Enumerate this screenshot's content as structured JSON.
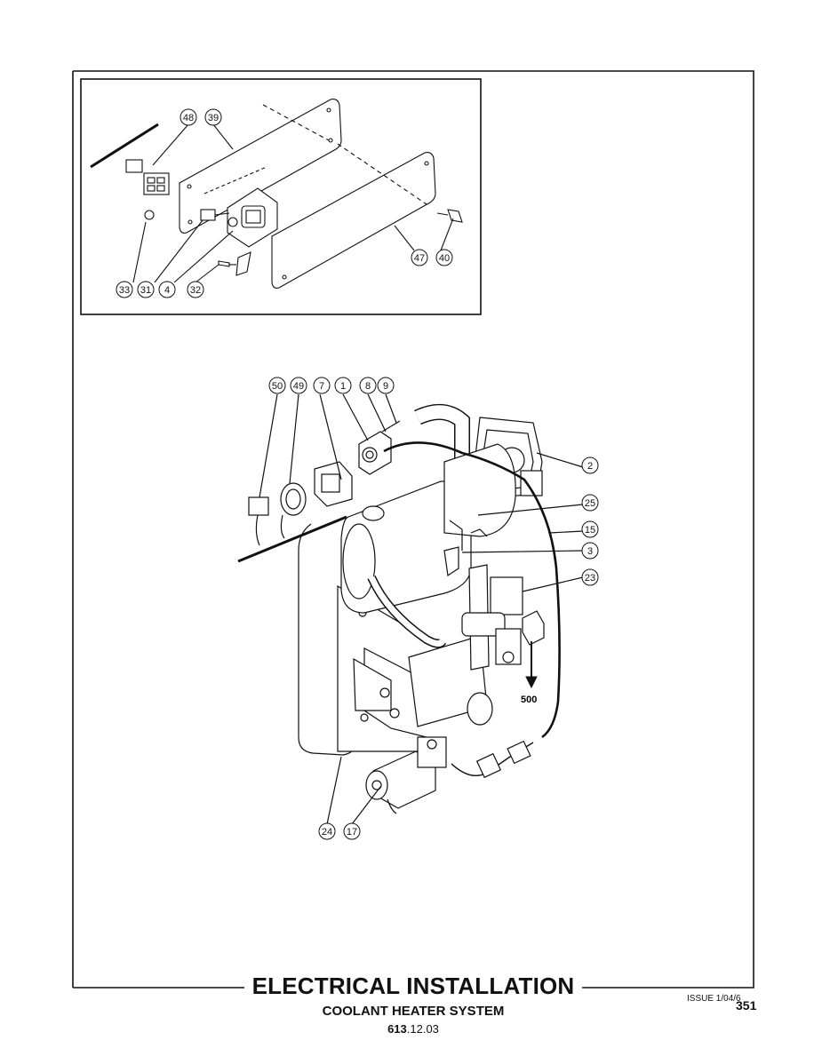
{
  "title": {
    "main": "ELECTRICAL INSTALLATION",
    "sub": "COOLANT HEATER SYSTEM",
    "code_bold": "613",
    "code_rest": ".12.03"
  },
  "issue": "ISSUE 1/04/6",
  "page_number": "351",
  "arrow_label": "500",
  "callouts_inset": [
    "48",
    "39",
    "33",
    "31",
    "4",
    "32",
    "47",
    "40"
  ],
  "callouts_main": [
    "50",
    "49",
    "7",
    "1",
    "8",
    "9",
    "2",
    "25",
    "15",
    "3",
    "23",
    "24",
    "17"
  ]
}
